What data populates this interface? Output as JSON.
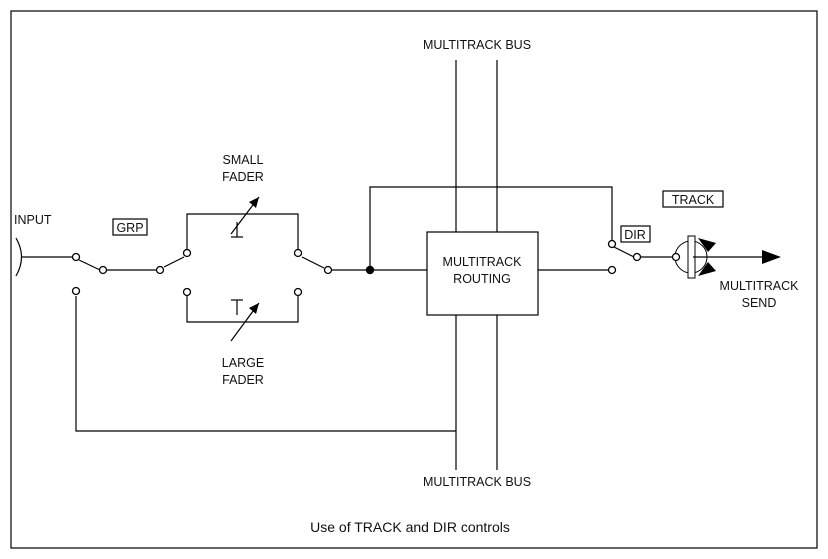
{
  "labels": {
    "input": "INPUT",
    "grp": "GRP",
    "small_fader": [
      "SMALL",
      "FADER"
    ],
    "large_fader": [
      "LARGE",
      "FADER"
    ],
    "routing": [
      "MULTITRACK",
      "ROUTING"
    ],
    "bus_top": "MULTITRACK BUS",
    "bus_bottom": "MULTITRACK BUS",
    "dir": "DIR",
    "track": "TRACK",
    "send": [
      "MULTITRACK",
      "SEND"
    ]
  },
  "caption": "Use of TRACK and DIR controls"
}
